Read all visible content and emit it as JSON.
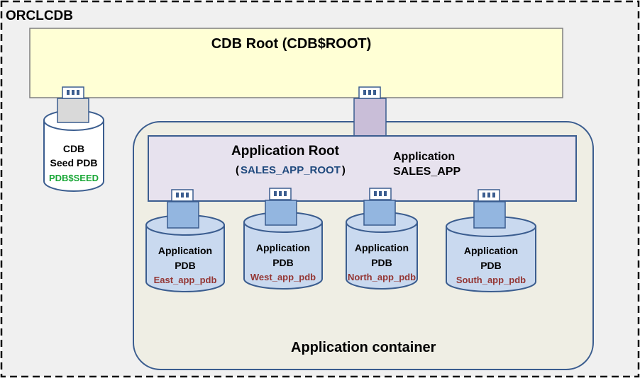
{
  "cdb": {
    "name": "ORCLCDB",
    "root_title": "CDB Root (CDB$ROOT)"
  },
  "seed": {
    "line1": "CDB",
    "line2": "Seed PDB",
    "id": "PDB$SEED"
  },
  "app_container": {
    "root_title": "Application Root",
    "root_id_open": "(",
    "root_id": "SALES_APP_ROOT",
    "root_id_close": ")",
    "app_label": "Application",
    "app_name": "SALES_APP",
    "footer": "Application container"
  },
  "pdbs": [
    {
      "line1": "Application",
      "line2": "PDB",
      "id": "East_app_pdb"
    },
    {
      "line1": "Application",
      "line2": "PDB",
      "id": "West_app_pdb"
    },
    {
      "line1": "Application",
      "line2": "PDB",
      "id": "North_app_pdb"
    },
    {
      "line1": "Application",
      "line2": "PDB",
      "id": "South_app_pdb"
    }
  ],
  "colors": {
    "border": "#3b5d8f",
    "cdb_root_fill": "#ffffd5",
    "container_fill": "#efeee4",
    "app_root_fill": "#e7e2ee",
    "cylinder_fill": "#c9d9ef",
    "seed_id": "#1ba838",
    "pdb_id": "#943634",
    "root_id": "#1f497d"
  }
}
